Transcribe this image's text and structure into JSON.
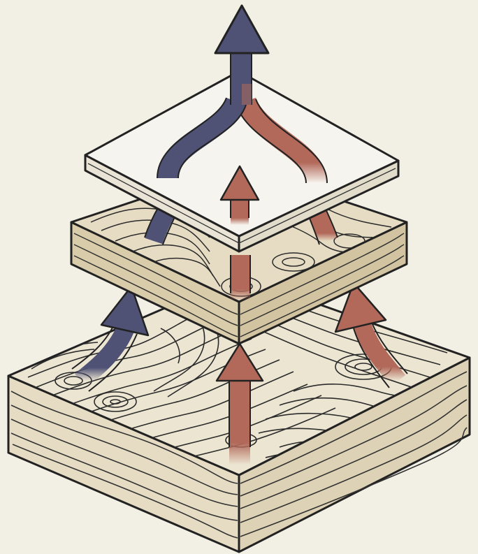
{
  "diagram": {
    "layers": [
      {
        "id": "base",
        "texture": "dense-contours",
        "fill": "#ebe4d0"
      },
      {
        "id": "middle",
        "texture": "sparse-contours",
        "fill": "#e3d8bd"
      },
      {
        "id": "top",
        "texture": "blank",
        "fill": "#f6f4ee"
      }
    ],
    "arrows": [
      {
        "id": "base-left",
        "color": "#4f5275"
      },
      {
        "id": "base-center",
        "color": "#b2695a"
      },
      {
        "id": "base-right",
        "color": "#b2695a"
      },
      {
        "id": "middle-left",
        "color": "#4f5275"
      },
      {
        "id": "middle-center",
        "color": "#b2695a"
      },
      {
        "id": "middle-right",
        "color": "#b2695a"
      },
      {
        "id": "top-merge-left",
        "color": "#4f5275"
      },
      {
        "id": "top-merge-right",
        "color": "#b2695a"
      },
      {
        "id": "top-center",
        "color": "#b2695a"
      },
      {
        "id": "output",
        "color": "#4f5275"
      }
    ],
    "colors": {
      "background": "#f2efe4",
      "ink": "#222222",
      "navy": "#4f5275",
      "terracotta": "#b2695a"
    }
  }
}
